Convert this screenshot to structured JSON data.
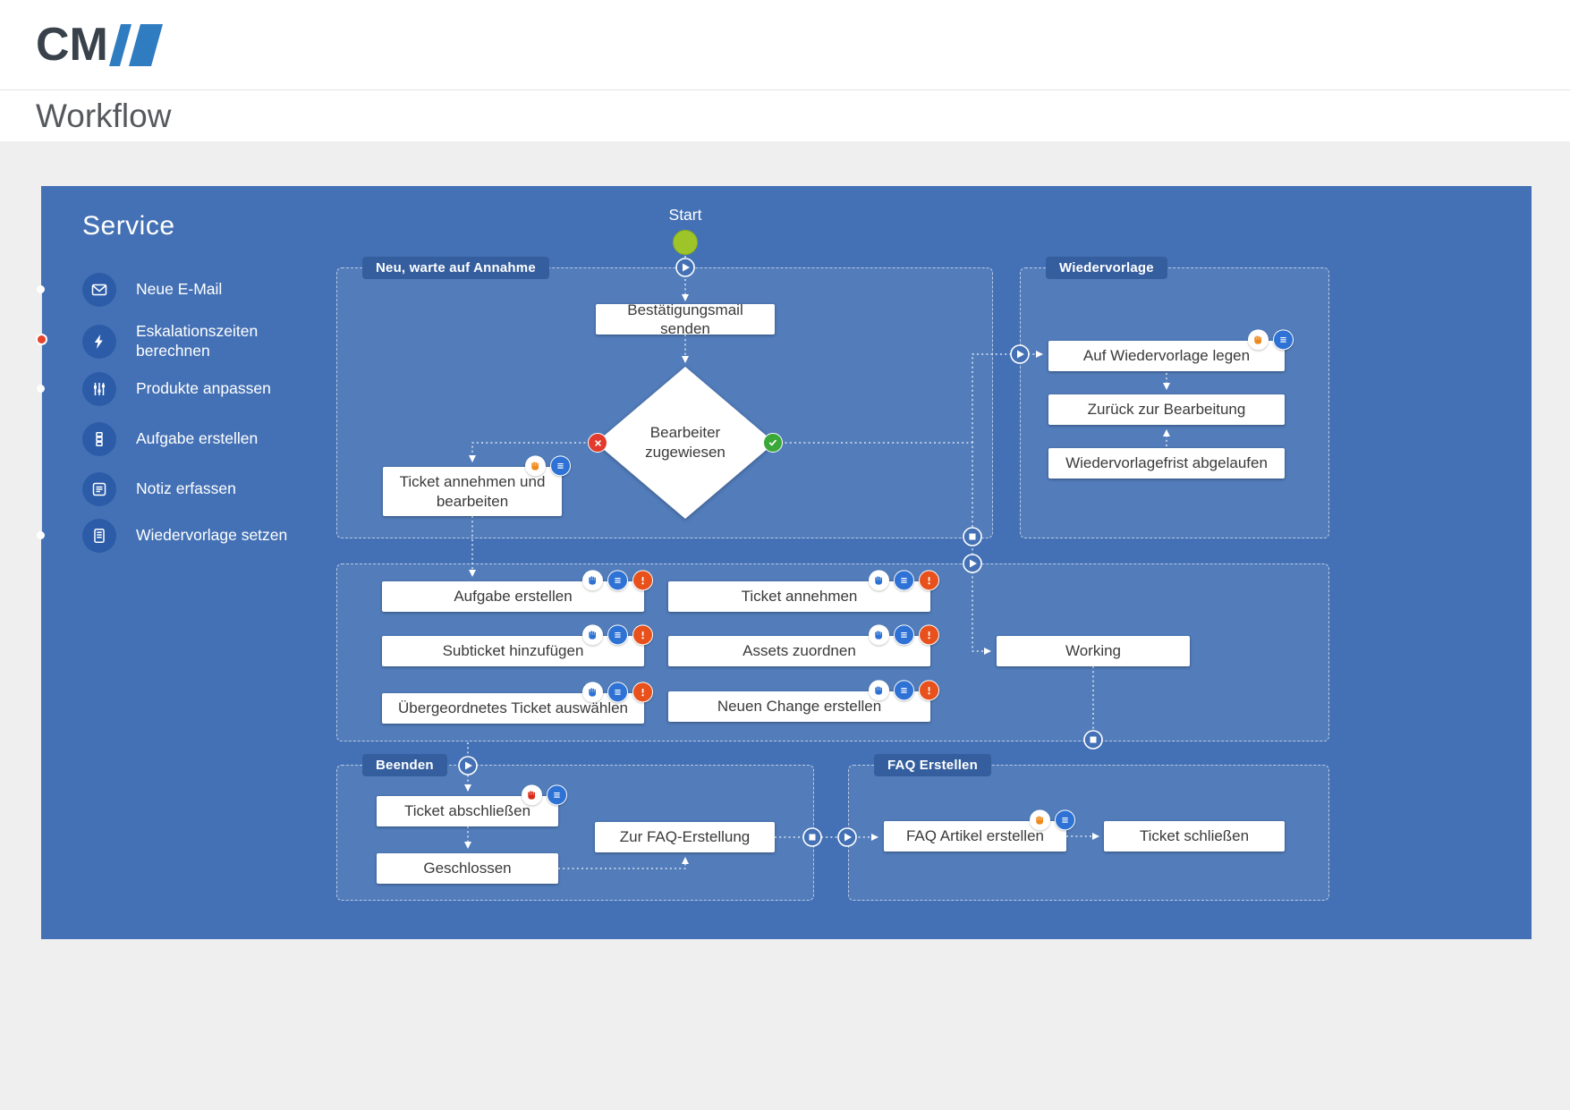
{
  "header": {
    "logo_text": "CM",
    "page_title": "Workflow"
  },
  "panel": {
    "title": "Service"
  },
  "sidebar": {
    "items": [
      {
        "label": "Neue E-Mail",
        "icon": "envelope-icon"
      },
      {
        "label": "Eskalationszeiten berechnen",
        "icon": "lightning-icon"
      },
      {
        "label": "Produkte anpassen",
        "icon": "sliders-icon"
      },
      {
        "label": "Aufgabe erstellen",
        "icon": "checklist-icon"
      },
      {
        "label": "Notiz erfassen",
        "icon": "note-icon"
      },
      {
        "label": "Wiedervorlage setzen",
        "icon": "document-icon"
      }
    ]
  },
  "flow": {
    "start_label": "Start",
    "groups": {
      "neu": "Neu, warte auf Annahme",
      "wiedervorlage": "Wiedervorlage",
      "beenden": "Beenden",
      "faq": "FAQ Erstellen"
    },
    "nodes": {
      "bestaetigungsmail": "Bestätigungsmail senden",
      "bearbeiter_zugewiesen": "Bearbeiter zugewiesen",
      "ticket_annehmen_und_bearbeiten": "Ticket annehmen und bearbeiten",
      "auf_wiedervorlage_legen": "Auf Wiedervorlage legen",
      "zurueck_zur_bearbeitung": "Zurück zur Bearbeitung",
      "wiedervorlagefrist_abgelaufen": "Wiedervorlagefrist abgelaufen",
      "aufgabe_erstellen": "Aufgabe erstellen",
      "subticket_hinzufuegen": "Subticket hinzufügen",
      "uebergeordnetes_ticket": "Übergeordnetes Ticket auswählen",
      "ticket_annehmen": "Ticket annehmen",
      "assets_zuordnen": "Assets zuordnen",
      "neuen_change_erstellen": "Neuen Change erstellen",
      "working": "Working",
      "ticket_abschliessen": "Ticket abschließen",
      "geschlossen": "Geschlossen",
      "zur_faq_erstellung": "Zur FAQ-Erstellung",
      "faq_artikel_erstellen": "FAQ Artikel erstellen",
      "ticket_schliessen": "Ticket schließen"
    }
  },
  "colors": {
    "panel_blue": "#4471b5",
    "group_tag_blue": "#355e9e",
    "sidebar_icon_blue": "#2c5ca8",
    "action_icon_blue": "#2d72d4",
    "start_green": "#9dc428",
    "success_green": "#3aa838",
    "error_red": "#e23b2e",
    "warning_orange": "#e8511c",
    "hand_orange": "#f0891c",
    "hand_red": "#d92b1b",
    "logo_blue": "#2f7cc0"
  }
}
